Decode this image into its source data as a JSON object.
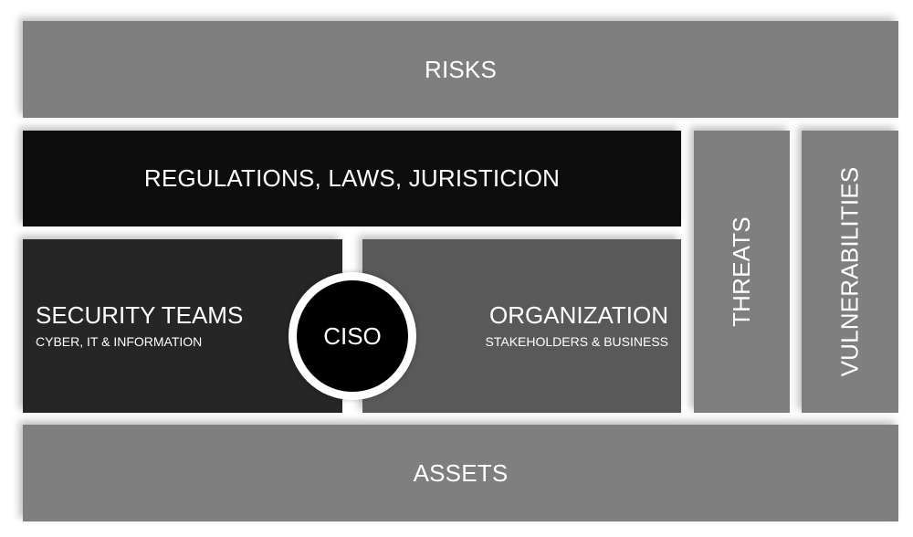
{
  "diagram": {
    "risks": {
      "label": "RISKS",
      "color": "#7f7f7f"
    },
    "regulations": {
      "label": "REGULATIONS, LAWS, JURISTICION",
      "color": "#0d0d0d"
    },
    "security_teams": {
      "title": "SECURITY TEAMS",
      "subtitle": "CYBER, IT & INFORMATION",
      "color": "#262626"
    },
    "ciso": {
      "label": "CISO",
      "color": "#000000",
      "ring_color": "#ffffff"
    },
    "organization": {
      "title": "ORGANIZATION",
      "subtitle": "STAKEHOLDERS & BUSINESS",
      "color": "#595959"
    },
    "threats": {
      "label": "THREATS",
      "color": "#7f7f7f"
    },
    "vulnerabilities": {
      "label": "VULNERABILITIES",
      "color": "#7f7f7f"
    },
    "assets": {
      "label": "ASSETS",
      "color": "#7f7f7f"
    }
  }
}
